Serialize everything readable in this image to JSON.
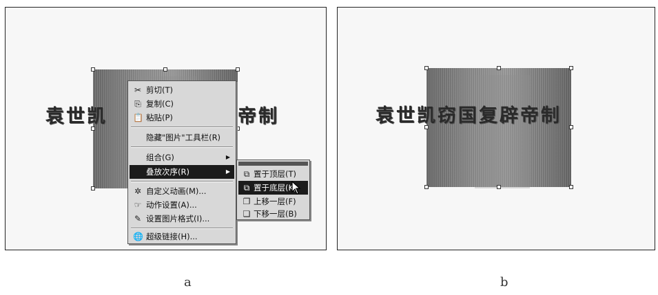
{
  "panel_a": {
    "title_left": "袁世凯",
    "title_right": "帝制",
    "context_menu": {
      "items": [
        {
          "label": "剪切(T)",
          "icon": "scissors-icon",
          "glyph": "✂"
        },
        {
          "label": "复制(C)",
          "icon": "copy-icon",
          "glyph": "⎘"
        },
        {
          "label": "粘贴(P)",
          "icon": "paste-icon",
          "glyph": "📋"
        },
        {
          "label": "隐藏\"图片\"工具栏(R)",
          "icon": "",
          "glyph": ""
        },
        {
          "label": "组合(G)",
          "icon": "",
          "glyph": ""
        },
        {
          "label": "叠放次序(R)",
          "icon": "",
          "glyph": ""
        },
        {
          "label": "自定义动画(M)...",
          "icon": "animation-icon",
          "glyph": "✲"
        },
        {
          "label": "动作设置(A)...",
          "icon": "action-icon",
          "glyph": "☞"
        },
        {
          "label": "设置图片格式(I)...",
          "icon": "format-picture-icon",
          "glyph": "✎"
        },
        {
          "label": "超级链接(H)...",
          "icon": "hyperlink-icon",
          "glyph": "🌐"
        }
      ]
    },
    "sub_menu": {
      "items": [
        {
          "label": "置于顶层(T)",
          "icon": "bring-to-front-icon",
          "glyph": "⧉"
        },
        {
          "label": "置于底层(K)",
          "icon": "send-to-back-icon",
          "glyph": "⧉"
        },
        {
          "label": "上移一层(F)",
          "icon": "bring-forward-icon",
          "glyph": "❐"
        },
        {
          "label": "下移一层(B)",
          "icon": "send-backward-icon",
          "glyph": "❏"
        }
      ]
    }
  },
  "panel_b": {
    "title": "袁世凯窃国复辟帝制"
  },
  "captions": {
    "a": "a",
    "b": "b"
  }
}
